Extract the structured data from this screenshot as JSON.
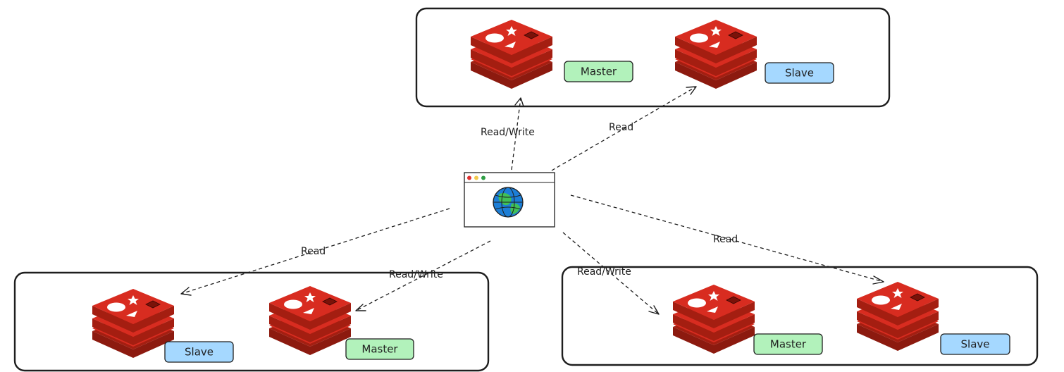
{
  "colors": {
    "redis_red": "#d82c20",
    "redis_dark": "#a41e11",
    "master_badge": "#b2f2bb",
    "slave_badge": "#a5d8ff"
  },
  "icons": {
    "redis": "redis-logo-icon",
    "client": "browser-globe-icon"
  },
  "groups": [
    {
      "name": "top",
      "nodes": [
        {
          "role": "Master",
          "badge_color": "#b2f2bb"
        },
        {
          "role": "Slave",
          "badge_color": "#a5d8ff"
        }
      ]
    },
    {
      "name": "bottom-left",
      "nodes": [
        {
          "role": "Slave",
          "badge_color": "#a5d8ff"
        },
        {
          "role": "Master",
          "badge_color": "#b2f2bb"
        }
      ]
    },
    {
      "name": "bottom-right",
      "nodes": [
        {
          "role": "Master",
          "badge_color": "#b2f2bb"
        },
        {
          "role": "Slave",
          "badge_color": "#a5d8ff"
        }
      ]
    }
  ],
  "edges": [
    {
      "label": "Read/Write",
      "target": "top master"
    },
    {
      "label": "Read",
      "target": "top slave"
    },
    {
      "label": "Read",
      "target": "bottom-left slave"
    },
    {
      "label": "Read/Write",
      "target": "bottom-left master"
    },
    {
      "label": "Read/Write",
      "target": "bottom-right master"
    },
    {
      "label": "Read",
      "target": "bottom-right slave"
    }
  ]
}
